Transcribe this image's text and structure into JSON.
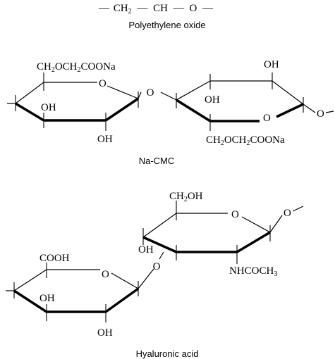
{
  "polymers": [
    {
      "caption": "Polyethylene oxide",
      "formula": {
        "dash_left": "—",
        "ch2": "CH",
        "ch2_sub": "2",
        "dash_mid1": "—",
        "ch": "CH",
        "dash_mid2": "—",
        "o": "O",
        "dash_right": "—"
      }
    },
    {
      "caption": "Na-CMC",
      "labels": {
        "ring1_substituent": "CH2OCH2COONa",
        "ring1_o": "O",
        "ring1_oh1": "OH",
        "ring1_oh2": "OH",
        "bridge_o": "O",
        "ring2_oh_top": "OH",
        "ring2_oh_left": "OH",
        "ring2_o": "O",
        "ring2_substituent": "CH2OCH2COONa",
        "end_o": "O"
      }
    },
    {
      "caption": "Hyaluronic acid",
      "labels": {
        "ring_top_substituent": "CH2OH",
        "ring_top_o": "O",
        "ring_top_oh": "OH",
        "ring_top_nh": "NHCOCH3",
        "bridge_o": "O",
        "ring_bottom_cooh": "COOH",
        "ring_bottom_o": "O",
        "ring_bottom_oh1": "OH",
        "ring_bottom_oh2": "OH"
      }
    }
  ]
}
